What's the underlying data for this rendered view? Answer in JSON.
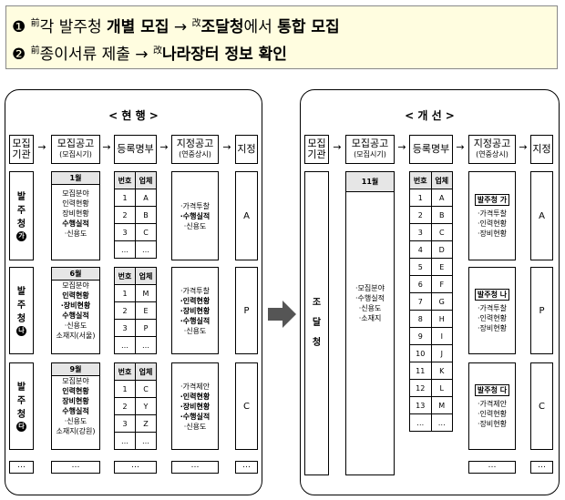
{
  "header": {
    "line1": {
      "bullet": "❶",
      "pre_sup": "前",
      "pre_text": "각 발주청 ",
      "pre_bold": "개별 모집",
      "arrow": " → ",
      "post_sup": "改",
      "post_bold": "조달청",
      "post_text": "에서 ",
      "post_bold2": "통합 모집"
    },
    "line2": {
      "bullet": "❷",
      "pre_sup": "前",
      "pre_text": "종이서류 제출",
      "arrow": " → ",
      "post_sup": "改",
      "post_bold": "나라장터 정보 확인"
    }
  },
  "before": {
    "title": "< 현 행 >",
    "headers": [
      {
        "main": "모집",
        "sub": "기관"
      },
      {
        "main": "모집공고",
        "sub": "(모집시기)"
      },
      {
        "main": "등록명부",
        "sub": ""
      },
      {
        "main": "지정공고",
        "sub": "(연중상시)"
      },
      {
        "main": "지정",
        "sub": ""
      }
    ],
    "arrows": [
      "→",
      "→",
      "→",
      "→"
    ],
    "groups": [
      {
        "agency": [
          "발",
          "주",
          "청"
        ],
        "agency_mark": "가",
        "month": "1월",
        "items": [
          {
            "t": "모집분야",
            "b": false
          },
          {
            "t": "인력현황",
            "b": false
          },
          {
            "t": "장비현황",
            "b": false
          },
          {
            "t": "수행실적",
            "b": true
          },
          {
            "t": "·신용도",
            "b": false
          }
        ],
        "reg_header": [
          "번호",
          "업체"
        ],
        "reg_rows": [
          [
            "1",
            "A"
          ],
          [
            "2",
            "B"
          ],
          [
            "3",
            "C"
          ],
          [
            "…",
            "…"
          ]
        ],
        "designation": [
          {
            "t": "·가격투찰",
            "b": false
          },
          {
            "t": "·수행실적",
            "b": true
          },
          {
            "t": "·신용도",
            "b": false
          }
        ],
        "designated": "A"
      },
      {
        "agency": [
          "발",
          "주",
          "청"
        ],
        "agency_mark": "나",
        "month": "6월",
        "items": [
          {
            "t": "모집분야",
            "b": false
          },
          {
            "t": "인력현황",
            "b": true
          },
          {
            "t": "·장비현황",
            "b": true
          },
          {
            "t": "수행실적",
            "b": true
          },
          {
            "t": "·신용도",
            "b": false
          },
          {
            "t": "소재지(서울)",
            "b": false
          }
        ],
        "reg_header": [
          "번호",
          "업체"
        ],
        "reg_rows": [
          [
            "1",
            "M"
          ],
          [
            "2",
            "E"
          ],
          [
            "3",
            "P"
          ],
          [
            "…",
            "…"
          ]
        ],
        "designation": [
          {
            "t": "·가격투찰",
            "b": false
          },
          {
            "t": "·인력현황",
            "b": true
          },
          {
            "t": "·장비현황",
            "b": true
          },
          {
            "t": "·수행실적",
            "b": true
          },
          {
            "t": "·신용도",
            "b": false
          }
        ],
        "designated": "P"
      },
      {
        "agency": [
          "발",
          "주",
          "청"
        ],
        "agency_mark": "다",
        "month": "9월",
        "items": [
          {
            "t": "모집분야",
            "b": false
          },
          {
            "t": "인력현황",
            "b": true
          },
          {
            "t": "장비현황",
            "b": true
          },
          {
            "t": "수행실적",
            "b": true
          },
          {
            "t": "·신용도",
            "b": false
          },
          {
            "t": "소재지(강원)",
            "b": false
          }
        ],
        "reg_header": [
          "번호",
          "업체"
        ],
        "reg_rows": [
          [
            "1",
            "C"
          ],
          [
            "2",
            "Y"
          ],
          [
            "3",
            "Z"
          ],
          [
            "…",
            "…"
          ]
        ],
        "designation": [
          {
            "t": "·가격제안",
            "b": false
          },
          {
            "t": "·인력현황",
            "b": true
          },
          {
            "t": "·장비현황",
            "b": true
          },
          {
            "t": "·수행실적",
            "b": true
          },
          {
            "t": "·신용도",
            "b": false
          }
        ],
        "designated": "C"
      }
    ],
    "ellipsis": "…"
  },
  "after": {
    "title": "< 개 선 >",
    "headers": [
      {
        "main": "모집",
        "sub": "기관"
      },
      {
        "main": "모집공고",
        "sub": "(모집시기)"
      },
      {
        "main": "등록명부",
        "sub": ""
      },
      {
        "main": "지정공고",
        "sub": "(연중상시)"
      },
      {
        "main": "지정",
        "sub": ""
      }
    ],
    "arrows": [
      "→",
      "→",
      "→",
      "→"
    ],
    "agency": [
      "조",
      "달",
      "청"
    ],
    "month": "11월",
    "items": [
      "·모집분야",
      "·수행실적",
      "·신용도",
      "·소재지"
    ],
    "reg_header": [
      "번호",
      "업체"
    ],
    "reg_rows": [
      [
        "1",
        "A"
      ],
      [
        "2",
        "B"
      ],
      [
        "3",
        "C"
      ],
      [
        "4",
        "D"
      ],
      [
        "5",
        "E"
      ],
      [
        "6",
        "F"
      ],
      [
        "7",
        "G"
      ],
      [
        "8",
        "H"
      ],
      [
        "9",
        "I"
      ],
      [
        "10",
        "J"
      ],
      [
        "11",
        "K"
      ],
      [
        "12",
        "L"
      ],
      [
        "13",
        "M"
      ],
      [
        "…",
        "…"
      ]
    ],
    "designations": [
      {
        "head": "발주청 가",
        "items": [
          "·가격투찰",
          "·인력현황",
          "·장비현황"
        ]
      },
      {
        "head": "발주청 나",
        "items": [
          "·가격투찰",
          "·인력현황",
          "·장비현황"
        ]
      },
      {
        "head": "발주청 다",
        "items": [
          "·가격제안",
          "·인력현황",
          "·장비현황"
        ]
      }
    ],
    "designated": [
      "A",
      "P",
      "C"
    ],
    "ellipsis": "…"
  }
}
